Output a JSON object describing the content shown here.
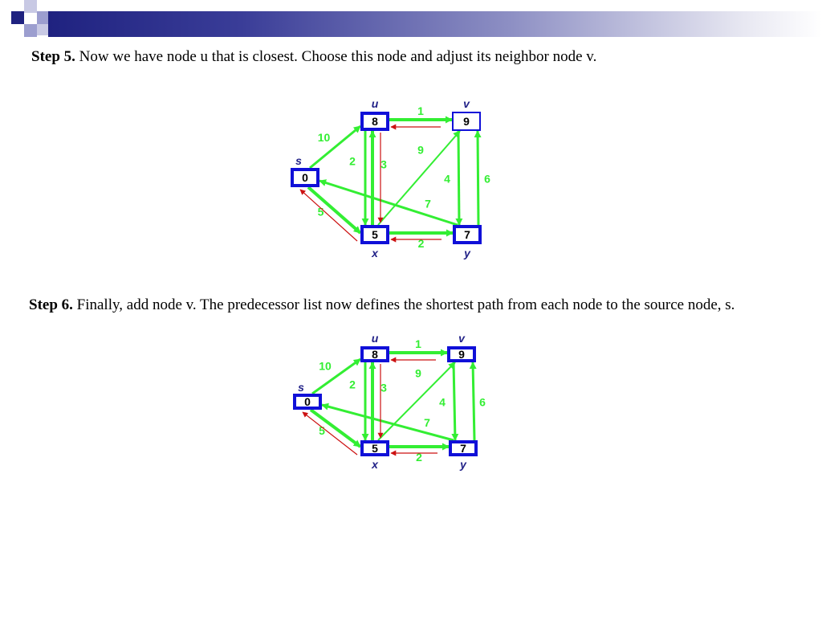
{
  "header": {
    "colors": {
      "dark": "#1f2280",
      "light": "#9c9ecf",
      "pale": "#c8c9e4"
    }
  },
  "step5": {
    "title": "Step 5.",
    "text": " Now we have node u that is closest. Choose this node and adjust its neighbor node v."
  },
  "step6": {
    "title": "Step 6.",
    "text": " Finally, add node v. The predecessor list now defines the shortest path from each node to the source node, s."
  },
  "graph": {
    "colors": {
      "node_border": "#1010d8",
      "edge": "#33ee33",
      "pred": "#cc1111",
      "label": "#222288"
    },
    "nodes": {
      "s": {
        "label": "s",
        "value": "0"
      },
      "u": {
        "label": "u",
        "value": "8"
      },
      "v": {
        "label": "v",
        "value": "9"
      },
      "x": {
        "label": "x",
        "value": "5"
      },
      "y": {
        "label": "y",
        "value": "7"
      }
    },
    "edges": [
      {
        "id": "s-u",
        "from": "s",
        "to": "u",
        "weight": "10"
      },
      {
        "id": "s-x",
        "from": "s",
        "to": "x",
        "weight": "5"
      },
      {
        "id": "u-v",
        "from": "u",
        "to": "v",
        "weight": "1"
      },
      {
        "id": "u-x",
        "from": "u",
        "to": "x",
        "weight": "2"
      },
      {
        "id": "x-u",
        "from": "x",
        "to": "u",
        "weight": "3"
      },
      {
        "id": "x-v",
        "from": "x",
        "to": "v",
        "weight": "9"
      },
      {
        "id": "v-y",
        "from": "v",
        "to": "y",
        "weight": "4"
      },
      {
        "id": "y-v",
        "from": "y",
        "to": "v",
        "weight": "6"
      },
      {
        "id": "y-s",
        "from": "y",
        "to": "s",
        "weight": "7"
      },
      {
        "id": "x-y",
        "from": "x",
        "to": "y",
        "weight": "2"
      }
    ]
  }
}
